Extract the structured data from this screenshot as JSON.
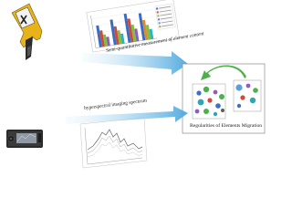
{
  "labels": {
    "semi_quant": "Semi-quantitative measurement of element content",
    "hyperspectral": "hyperspectral imaging spectrum",
    "regularities": "Regularities of Elements Migration"
  },
  "colors": {
    "arrow_blue": "#4aa6de",
    "curved_arrow_green": "#4db04a",
    "analyzer_yellow": "#e8b318",
    "device_dark": "#2b2b2b",
    "box_border": "#8a8a8a"
  },
  "icons": {
    "analyzer": "xrf-handheld-analyzer-icon",
    "imager": "hyperspectral-camera-icon",
    "migration_arrow": "curved-arrow-icon"
  }
}
